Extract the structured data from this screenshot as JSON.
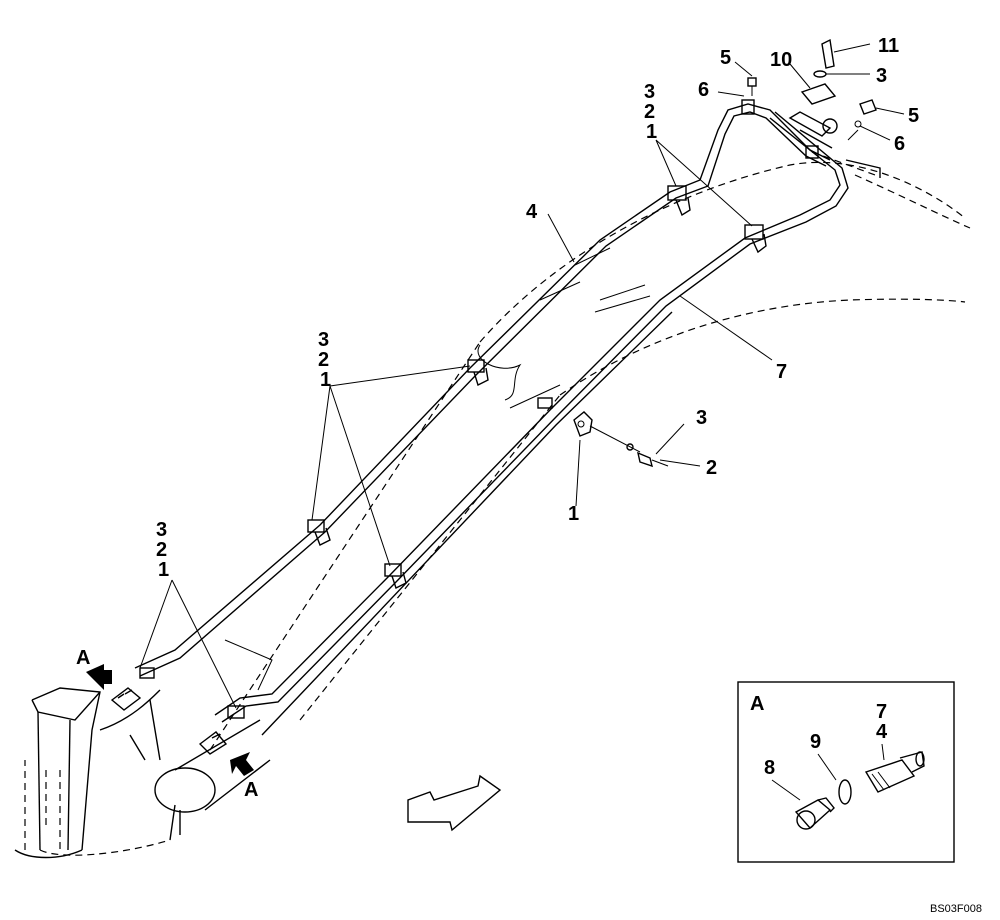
{
  "callouts": {
    "c5_top": "5",
    "c6_top": "6",
    "c10": "10",
    "c11": "11",
    "c3_right": "3",
    "c5_right": "5",
    "c6_right": "6",
    "g_top_3": "3",
    "g_top_2": "2",
    "g_top_1": "1",
    "c4_mid": "4",
    "c7_mid": "7",
    "g_mid_3": "3",
    "g_mid_2": "2",
    "g_mid_1": "1",
    "c3_clamp": "3",
    "c2_clamp": "2",
    "c1_clamp": "1",
    "g_low_3": "3",
    "g_low_2": "2",
    "g_low_1": "1",
    "view_a_left": "A",
    "view_a_bottom": "A"
  },
  "detail_a": {
    "title": "A",
    "c7": "7",
    "c4": "4",
    "c9": "9",
    "c8": "8"
  },
  "drawing_code": "BS03F008"
}
